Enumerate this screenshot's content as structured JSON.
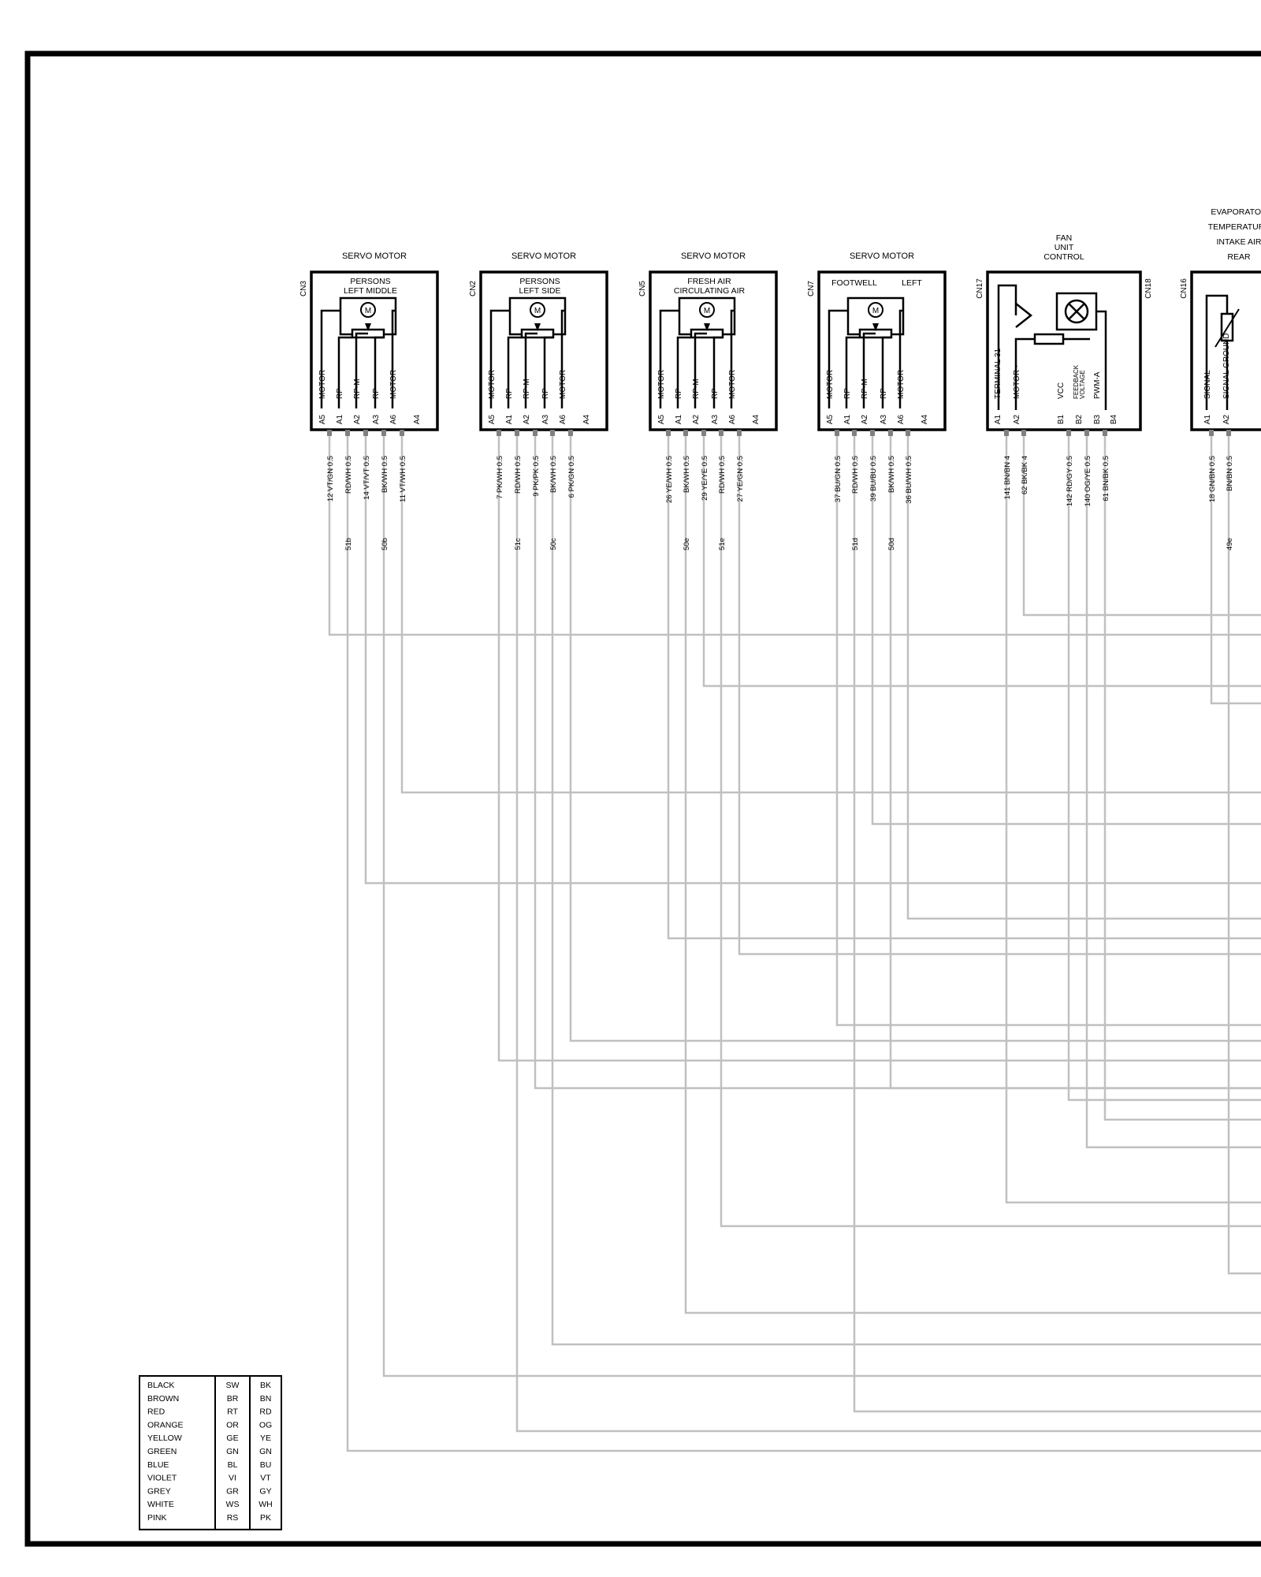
{
  "components": [
    {
      "title": [
        "SERVO MOTOR"
      ],
      "connector": "CN3",
      "inner": [
        "PERSONS",
        "LEFT MIDDLE"
      ],
      "kind": "servo",
      "pins": [
        {
          "num": "A5",
          "name": "MOTOR"
        },
        {
          "num": "A1",
          "name": "RP"
        },
        {
          "num": "A2",
          "name": "RP-M"
        },
        {
          "num": "A3",
          "name": "RP"
        },
        {
          "num": "A6",
          "name": "MOTOR"
        },
        {
          "num": "A4",
          "name": ""
        }
      ],
      "wires": [
        {
          "label": "12 VT/GN 0.5",
          "splice": ""
        },
        {
          "label": "RD/WH 0.5",
          "splice": "51b"
        },
        {
          "label": "14 VT/VT 0.5",
          "splice": ""
        },
        {
          "label": "BK/WH 0.5",
          "splice": "50b"
        },
        {
          "label": "11 VT/WH 0.5",
          "splice": ""
        }
      ]
    },
    {
      "title": [
        "SERVO MOTOR"
      ],
      "connector": "CN2",
      "inner": [
        "PERSONS",
        "LEFT SIDE"
      ],
      "kind": "servo",
      "pins": [
        {
          "num": "A5",
          "name": "MOTOR"
        },
        {
          "num": "A1",
          "name": "RP"
        },
        {
          "num": "A2",
          "name": "RP-M"
        },
        {
          "num": "A3",
          "name": "RP"
        },
        {
          "num": "A6",
          "name": "MOTOR"
        },
        {
          "num": "A4",
          "name": ""
        }
      ],
      "wires": [
        {
          "label": "7 PK/WH 0.5",
          "splice": ""
        },
        {
          "label": "RD/WH 0.5",
          "splice": "51c"
        },
        {
          "label": "9 PK/PK 0.5",
          "splice": ""
        },
        {
          "label": "BK/WH 0.5",
          "splice": "50c"
        },
        {
          "label": "6 PK/GN 0.5",
          "splice": ""
        }
      ]
    },
    {
      "title": [
        "SERVO MOTOR"
      ],
      "connector": "CN5",
      "inner": [
        "FRESH AIR",
        "CIRCULATING AIR"
      ],
      "kind": "servo",
      "pins": [
        {
          "num": "A5",
          "name": "MOTOR"
        },
        {
          "num": "A1",
          "name": "RP"
        },
        {
          "num": "A2",
          "name": "RP-M"
        },
        {
          "num": "A3",
          "name": "RP"
        },
        {
          "num": "A6",
          "name": "MOTOR"
        },
        {
          "num": "A4",
          "name": ""
        }
      ],
      "wires": [
        {
          "label": "26 YE/WH 0.5",
          "splice": ""
        },
        {
          "label": "BK/WH 0.5",
          "splice": "50e"
        },
        {
          "label": "29 YE/YE 0.5",
          "splice": ""
        },
        {
          "label": "RD/WH 0.5",
          "splice": "51e"
        },
        {
          "label": "27 YE/GN 0.5",
          "splice": ""
        }
      ]
    },
    {
      "title": [
        "SERVO MOTOR"
      ],
      "connector": "CN7",
      "inner": [
        "FOOTWELL",
        "LEFT"
      ],
      "kind": "servo",
      "pins": [
        {
          "num": "A5",
          "name": "MOTOR"
        },
        {
          "num": "A1",
          "name": "RP"
        },
        {
          "num": "A2",
          "name": "RP-M"
        },
        {
          "num": "A3",
          "name": "RP"
        },
        {
          "num": "A6",
          "name": "MOTOR"
        },
        {
          "num": "A4",
          "name": ""
        }
      ],
      "wires": [
        {
          "label": "37 BU/GN 0.5",
          "splice": ""
        },
        {
          "label": "RD/WH 0.5",
          "splice": "51d"
        },
        {
          "label": "39 BU/BU 0.5",
          "splice": ""
        },
        {
          "label": "BK/WH 0.5",
          "splice": "50d"
        },
        {
          "label": "36 BU/WH 0.5",
          "splice": ""
        }
      ]
    },
    {
      "title": [
        "FAN",
        "UNIT",
        "CONTROL"
      ],
      "connector": "CN17",
      "connector2": "CN18",
      "inner": [],
      "kind": "fan",
      "pins": [
        {
          "num": "A1",
          "name": "TERMINAL 31"
        },
        {
          "num": "A2",
          "name": "MOTOR -"
        },
        {
          "num": "B1",
          "name": "VCC"
        },
        {
          "num": "B2",
          "name": "FEEDBACK VOLTAGE"
        },
        {
          "num": "B3",
          "name": "PWM-A"
        },
        {
          "num": "B4",
          "name": ""
        }
      ],
      "wires": [
        {
          "label": "141 BN/BN 4",
          "splice": ""
        },
        {
          "label": "62 BK/BK 4",
          "splice": ""
        },
        {
          "label": "142 RD/GY 0.5",
          "splice": ""
        },
        {
          "label": "140 OG/YE 0.5",
          "splice": ""
        },
        {
          "label": "61 BN/BK 0.5",
          "splice": ""
        }
      ]
    },
    {
      "title": [
        "EVAPORATOR",
        "TEMPERATURE",
        "INTAKE AIR",
        "REAR"
      ],
      "connector": "CN16",
      "inner": [],
      "kind": "sensor",
      "pins": [
        {
          "num": "A1",
          "name": "SIGNAL"
        },
        {
          "num": "A2",
          "name": "SIGNAL GROUND"
        }
      ],
      "wires": [
        {
          "label": "18 GN/BN 0.5",
          "splice": ""
        },
        {
          "label": "BN/BN 0.5",
          "splice": "49e"
        }
      ]
    }
  ],
  "color_legend": [
    {
      "name": "BLACK",
      "de": "SW",
      "en": "BK"
    },
    {
      "name": "BROWN",
      "de": "BR",
      "en": "BN"
    },
    {
      "name": "RED",
      "de": "RT",
      "en": "RD"
    },
    {
      "name": "ORANGE",
      "de": "OR",
      "en": "OG"
    },
    {
      "name": "YELLOW",
      "de": "GE",
      "en": "YE"
    },
    {
      "name": "GREEN",
      "de": "GN",
      "en": "GN"
    },
    {
      "name": "BLUE",
      "de": "BL",
      "en": "BU"
    },
    {
      "name": "VIOLET",
      "de": "VI",
      "en": "VT"
    },
    {
      "name": "GREY",
      "de": "GR",
      "en": "GY"
    },
    {
      "name": "WHITE",
      "de": "WS",
      "en": "WH"
    },
    {
      "name": "PINK",
      "de": "RS",
      "en": "PK"
    }
  ],
  "colors": {
    "outline": "#000000",
    "wire": "#c0c0c0",
    "background": "#ffffff"
  }
}
